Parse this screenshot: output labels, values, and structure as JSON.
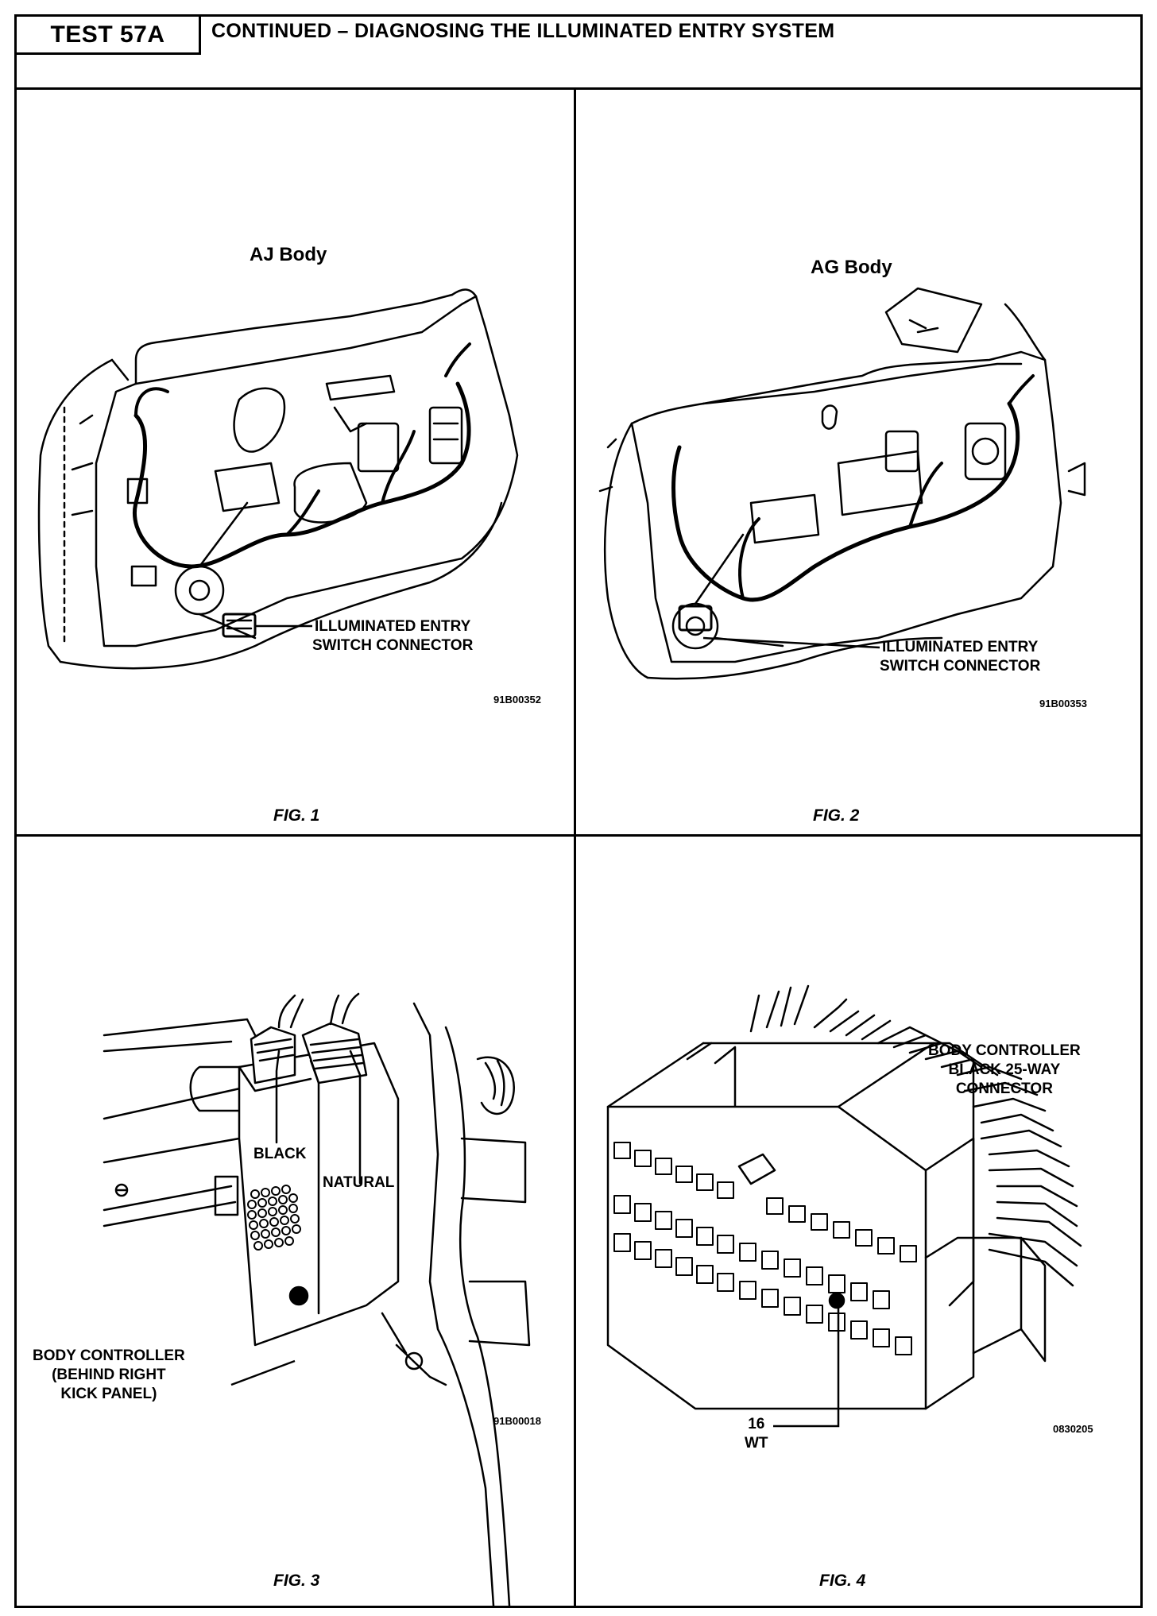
{
  "header": {
    "test_label": "TEST 57A",
    "title": "CONTINUED – DIAGNOSING THE ILLUMINATED ENTRY SYSTEM"
  },
  "figures": [
    {
      "body_title": "AJ Body",
      "callout": [
        "ILLUMINATED ENTRY",
        "SWITCH CONNECTOR"
      ],
      "code": "91B00352",
      "caption": "FIG. 1"
    },
    {
      "body_title": "AG Body",
      "callout": [
        "ILLUMINATED ENTRY",
        "SWITCH CONNECTOR"
      ],
      "code": "91B00353",
      "caption": "FIG. 2"
    },
    {
      "labels": {
        "black": "BLACK",
        "natural": "NATURAL",
        "controller": [
          "BODY CONTROLLER",
          "(BEHIND RIGHT",
          "KICK PANEL)"
        ]
      },
      "code": "91B00018",
      "caption": "FIG. 3"
    },
    {
      "connector_title": [
        "BODY CONTROLLER",
        "BLACK 25-WAY",
        "CONNECTOR"
      ],
      "pin": [
        "16",
        "WT"
      ],
      "code": "0830205",
      "caption": "FIG. 4"
    }
  ]
}
